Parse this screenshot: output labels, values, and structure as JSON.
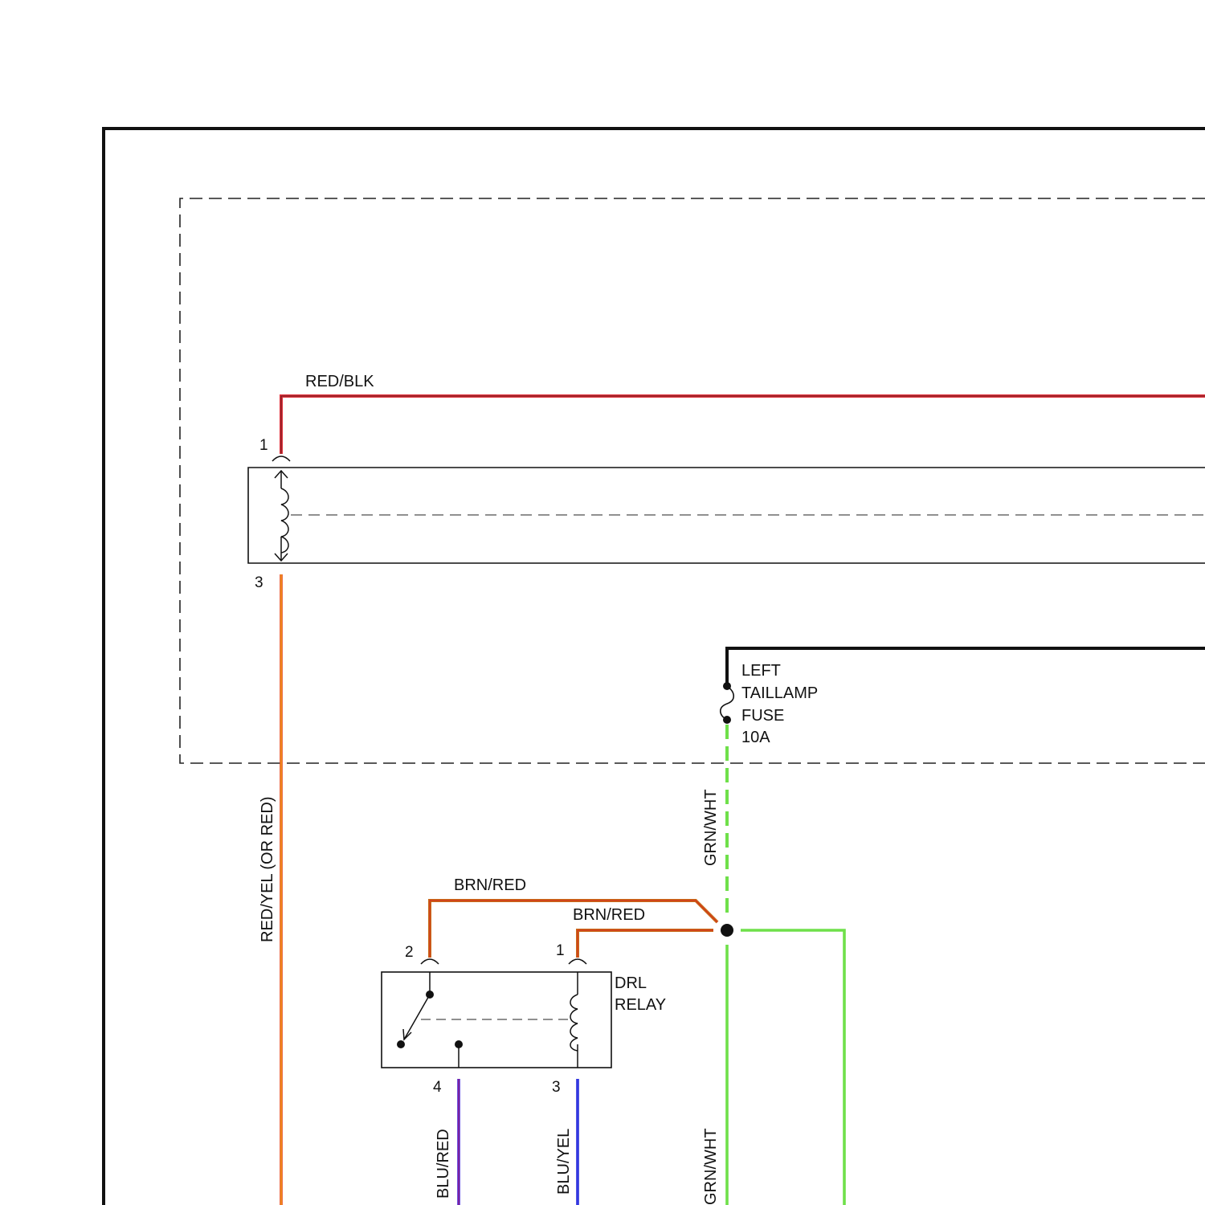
{
  "wires": {
    "red_blk": {
      "label": "RED/BLK",
      "color_main": "#e0303a",
      "color_stripe": "#2a1a1a"
    },
    "red_yel": {
      "label": "RED/YEL (OR RED)",
      "color_main": "#e84a1a",
      "color_stripe": "#f5d020"
    },
    "grn_wht_top": {
      "label": "GRN/WHT",
      "color": "#6fe04a"
    },
    "grn_wht_bottom": {
      "label": "GRN/WHT",
      "color": "#6fe04a"
    },
    "brn_red_upper": {
      "label": "BRN/RED",
      "color_main": "#c86a1a",
      "color_stripe": "#d8201a"
    },
    "brn_red_lower": {
      "label": "BRN/RED",
      "color_main": "#c86a1a",
      "color_stripe": "#d8201a"
    },
    "blu_red": {
      "label": "BLU/RED",
      "color_main": "#4a2ad8",
      "color_stripe": "#b81a5a"
    },
    "blu_yel": {
      "label": "BLU/YEL",
      "color_main": "#2a2ad8",
      "color_stripe": "#3a4af0"
    }
  },
  "component_upper": {
    "pin_top": "1",
    "pin_bottom": "3"
  },
  "fuse": {
    "line1": "LEFT",
    "line2": "TAILLAMP",
    "line3": "FUSE",
    "rating": "10A"
  },
  "relay": {
    "line1": "DRL",
    "line2": "RELAY",
    "pin_switch_top": "2",
    "pin_coil_top": "1",
    "pin_switch_bottom": "4",
    "pin_coil_bottom": "3"
  },
  "colors": {
    "outline": "#111111",
    "dashed_box": "#222222"
  }
}
